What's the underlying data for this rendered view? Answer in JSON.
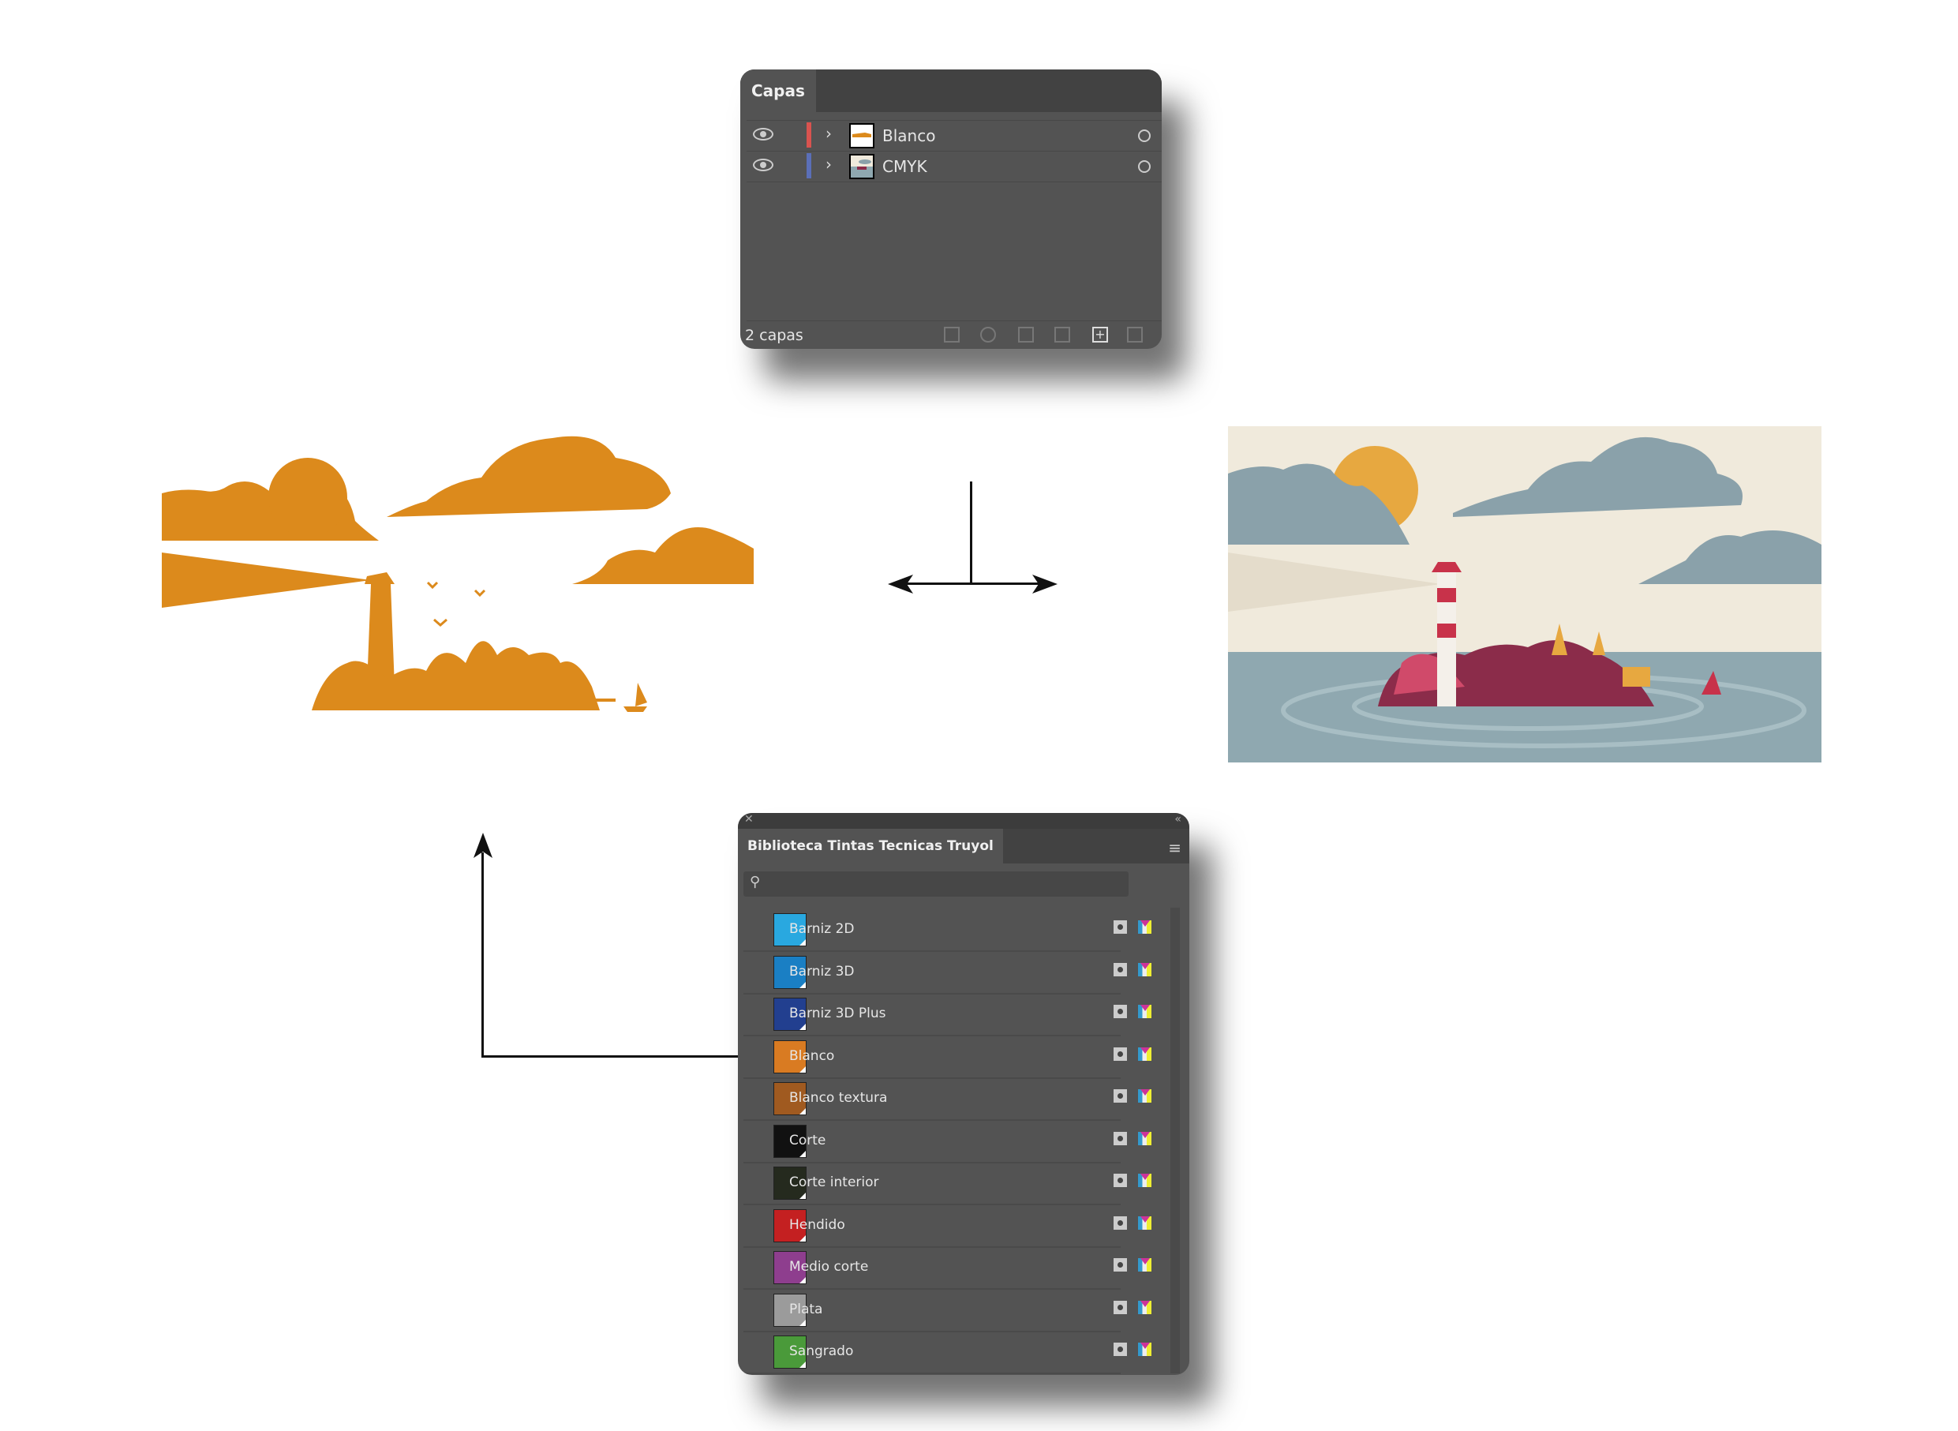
{
  "layers_panel": {
    "tab": "Capas",
    "layers": [
      {
        "name": "Blanco",
        "color": "#d9534f",
        "visible": true
      },
      {
        "name": "CMYK",
        "color": "#5b6fb8",
        "visible": true
      }
    ],
    "footer": "2 capas"
  },
  "library_panel": {
    "tab": "Biblioteca Tintas Tecnicas Truyol",
    "search_placeholder": "",
    "swatches": [
      {
        "name": "Barniz 2D",
        "color": "#29a8e0"
      },
      {
        "name": "Barniz 3D",
        "color": "#1a7fc4"
      },
      {
        "name": "Barniz 3D Plus",
        "color": "#223f8f"
      },
      {
        "name": "Blanco",
        "color": "#d97b22"
      },
      {
        "name": "Blanco textura",
        "color": "#a05a20"
      },
      {
        "name": "Corte",
        "color": "#111111"
      },
      {
        "name": "Corte interior",
        "color": "#252a1e"
      },
      {
        "name": "Hendido",
        "color": "#c42021"
      },
      {
        "name": "Medio corte",
        "color": "#8e3e8e"
      },
      {
        "name": "Plata",
        "color": "#9b9b9b"
      },
      {
        "name": "Sangrado",
        "color": "#4a9a3a"
      }
    ]
  },
  "colors": {
    "silhouette": "#dc8a1c",
    "sky": "#f0eadc",
    "cloud": "#8aa1aa",
    "sea": "#8fa8b0",
    "sun": "#e7a840"
  }
}
